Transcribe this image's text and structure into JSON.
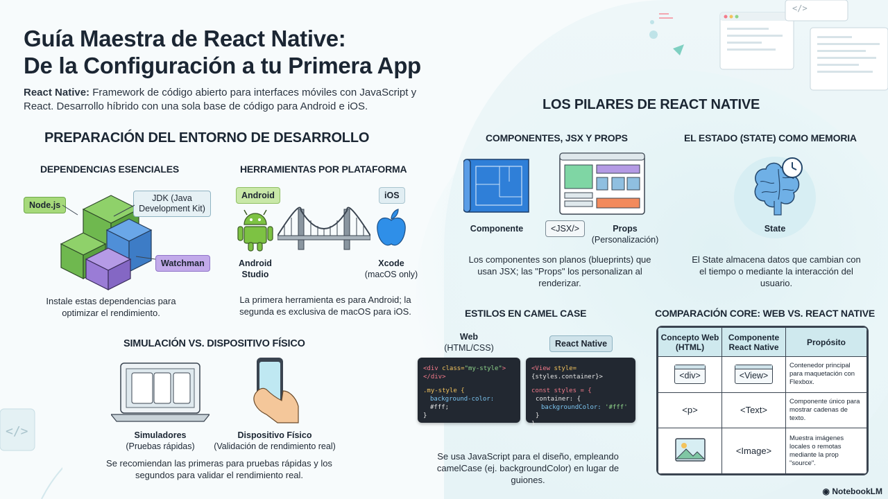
{
  "title": {
    "line1": "Guía Maestra de React Native:",
    "line2": "De la Configuración a tu Primera App"
  },
  "intro": {
    "term": "React Native:",
    "text": " Framework de código abierto para interfaces móviles con JavaScript y React. Desarrollo híbrido con una sola base de código para Android e iOS."
  },
  "setup": {
    "heading": "PREPARACIÓN DEL ENTORNO DE DESARROLLO",
    "deps": {
      "heading": "DEPENDENCIAS ESENCIALES",
      "node": "Node.js",
      "jdk": "JDK (Java Development Kit)",
      "watchman": "Watchman",
      "caption": "Instale estas dependencias para optimizar el rendimiento."
    },
    "tools": {
      "heading": "HERRAMIENTAS POR PLATAFORMA",
      "android_chip": "Android",
      "ios_chip": "iOS",
      "android_studio": "Android Studio",
      "xcode": "Xcode",
      "xcode_note": "(macOS only)",
      "caption": "La primera herramienta es para Android; la segunda es exclusiva de macOS para iOS."
    },
    "sim": {
      "heading": "SIMULACIÓN VS. DISPOSITIVO FÍSICO",
      "simulators": "Simuladores",
      "simulators_note": "(Pruebas rápidas)",
      "device": "Dispositivo Físico",
      "device_note": "(Validación de rendimiento real)",
      "caption": "Se recomiendan las primeras para pruebas rápidas y los segundos para validar el rendimiento real."
    }
  },
  "pillars": {
    "heading": "LOS PILARES DE REACT NATIVE",
    "components": {
      "heading": "COMPONENTES, JSX Y PROPS",
      "component": "Componente",
      "jsx": "<JSX/>",
      "props": "Props",
      "props_note": "(Personalización)",
      "caption": "Los componentes son planos (blueprints) que usan JSX; las \"Props\" los personalizan al renderizar."
    },
    "state": {
      "heading": "EL ESTADO (STATE) COMO MEMORIA",
      "label": "State",
      "caption": "El State almacena datos que cambian con el tiempo o mediante la interacción del usuario."
    },
    "styles": {
      "heading": "ESTILOS EN CAMEL CASE",
      "web": "Web",
      "web_note": "(HTML/CSS)",
      "rn_chip": "React Native",
      "web_code": {
        "l1_open": "<div ",
        "l1_attr": "class=",
        "l1_str": "\"my-style\"",
        "l1_close": "></div>",
        "l2_sel": ".my-style {",
        "l3_prop": "background-color:",
        "l3_val": " #fff;",
        "l4": "}"
      },
      "rn_code": {
        "l1_open": "<View ",
        "l1_attr": "style=",
        "l1_val": "{styles.container}>",
        "l2": "const styles = {",
        "l3": "container: {",
        "l4_prop": "backgroundColor:",
        "l4_str": " '#fff'",
        "l5": "}",
        "l6": "}"
      },
      "caption": "Se usa JavaScript para el diseño, empleando camelCase (ej. backgroundColor) en lugar de guiones."
    },
    "comparison": {
      "heading": "COMPARACIÓN CORE: WEB VS. REACT NATIVE",
      "headers": [
        "Concepto Web (HTML)",
        "Componente React Native",
        "Propósito"
      ],
      "rows": [
        {
          "web": "<div>",
          "rn": "<View>",
          "purpose": "Contenedor principal para maquetación con Flexbox."
        },
        {
          "web": "<p>",
          "rn": "<Text>",
          "purpose": "Componente único para mostrar cadenas de texto."
        },
        {
          "web": "",
          "rn": "<Image>",
          "purpose": "Muestra imágenes locales o remotas mediante la prop \"source\"."
        }
      ]
    }
  },
  "watermark": "NotebookLM",
  "colors": {
    "green_chip": "#a6d97a",
    "purple_chip": "#b9a3e3",
    "blue_chip": "#cfe3ea",
    "teal": "#cfe9ee"
  }
}
